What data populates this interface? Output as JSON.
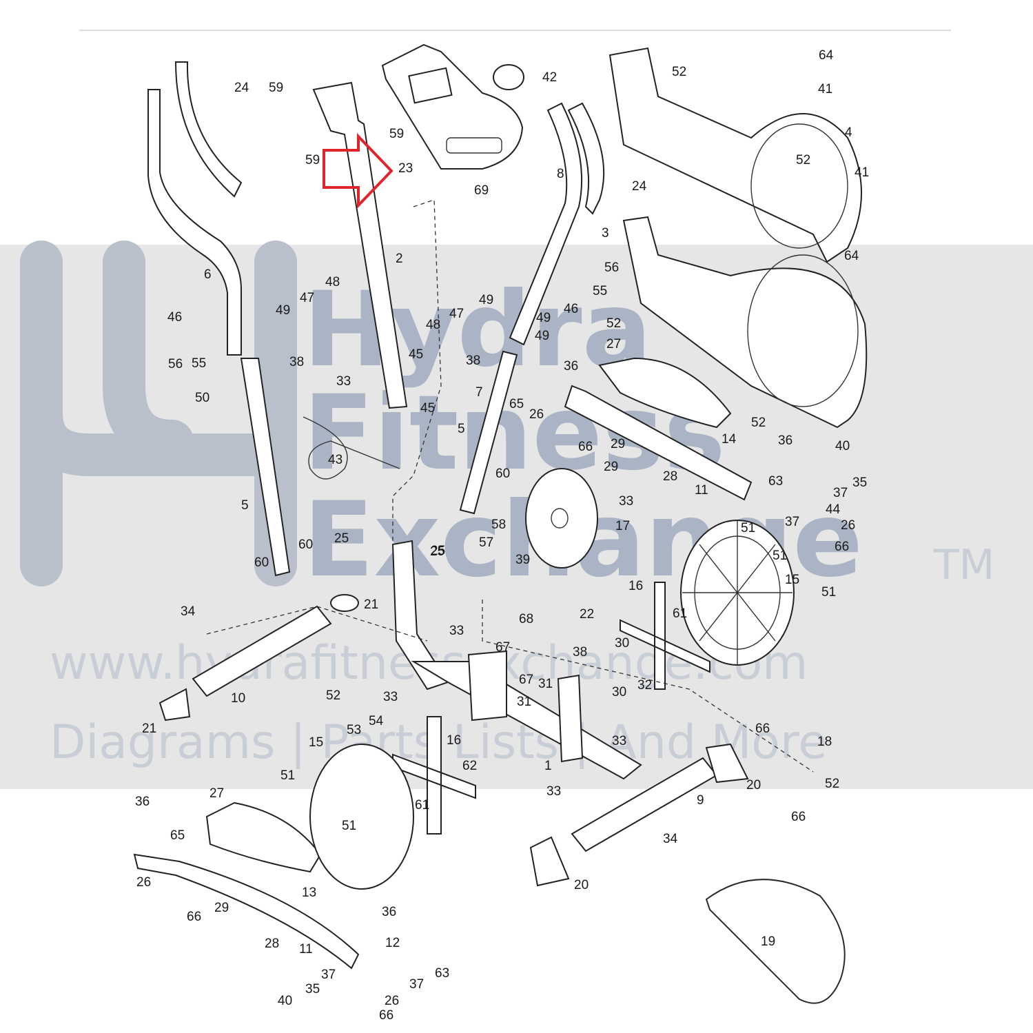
{
  "watermark": {
    "line1": "Hydra",
    "line2": "Fitness",
    "line3": "Exchange",
    "trademark": "TM",
    "website": "www.hydrafitnessexchange.com",
    "tagline": "Diagrams | Parts Lists | And More"
  },
  "highlight": {
    "target_part": "23",
    "color": "#e0242b"
  },
  "colors": {
    "band": "#e6e6e6",
    "line": "#2a2a2a",
    "watermark": "#aab4c4"
  },
  "part_labels": [
    "24",
    "59",
    "59",
    "59",
    "23",
    "42",
    "64",
    "52",
    "41",
    "4",
    "52",
    "41",
    "64",
    "69",
    "8",
    "24",
    "3",
    "6",
    "47",
    "48",
    "2",
    "49",
    "49",
    "46",
    "56",
    "55",
    "38",
    "50",
    "33",
    "45",
    "45",
    "7",
    "43",
    "5",
    "60",
    "60",
    "25",
    "25",
    "21",
    "34",
    "10",
    "21",
    "48",
    "47",
    "49",
    "49",
    "46",
    "56",
    "55",
    "52",
    "27",
    "38",
    "36",
    "65",
    "26",
    "66",
    "5",
    "14",
    "52",
    "29",
    "28",
    "11",
    "60",
    "25",
    "58",
    "57",
    "39",
    "17",
    "29",
    "33",
    "36",
    "40",
    "63",
    "35",
    "37",
    "44",
    "37",
    "51",
    "51",
    "26",
    "66",
    "16",
    "15",
    "61",
    "51",
    "22",
    "68",
    "38",
    "67",
    "67",
    "30",
    "32",
    "31",
    "30",
    "31",
    "33",
    "33",
    "33",
    "52",
    "53",
    "54",
    "15",
    "16",
    "62",
    "1",
    "51",
    "61",
    "51",
    "27",
    "36",
    "65",
    "13",
    "26",
    "66",
    "29",
    "28",
    "11",
    "12",
    "36",
    "63",
    "37",
    "40",
    "35",
    "37",
    "26",
    "66",
    "33",
    "20",
    "9",
    "66",
    "18",
    "52",
    "66",
    "34",
    "20",
    "19"
  ]
}
